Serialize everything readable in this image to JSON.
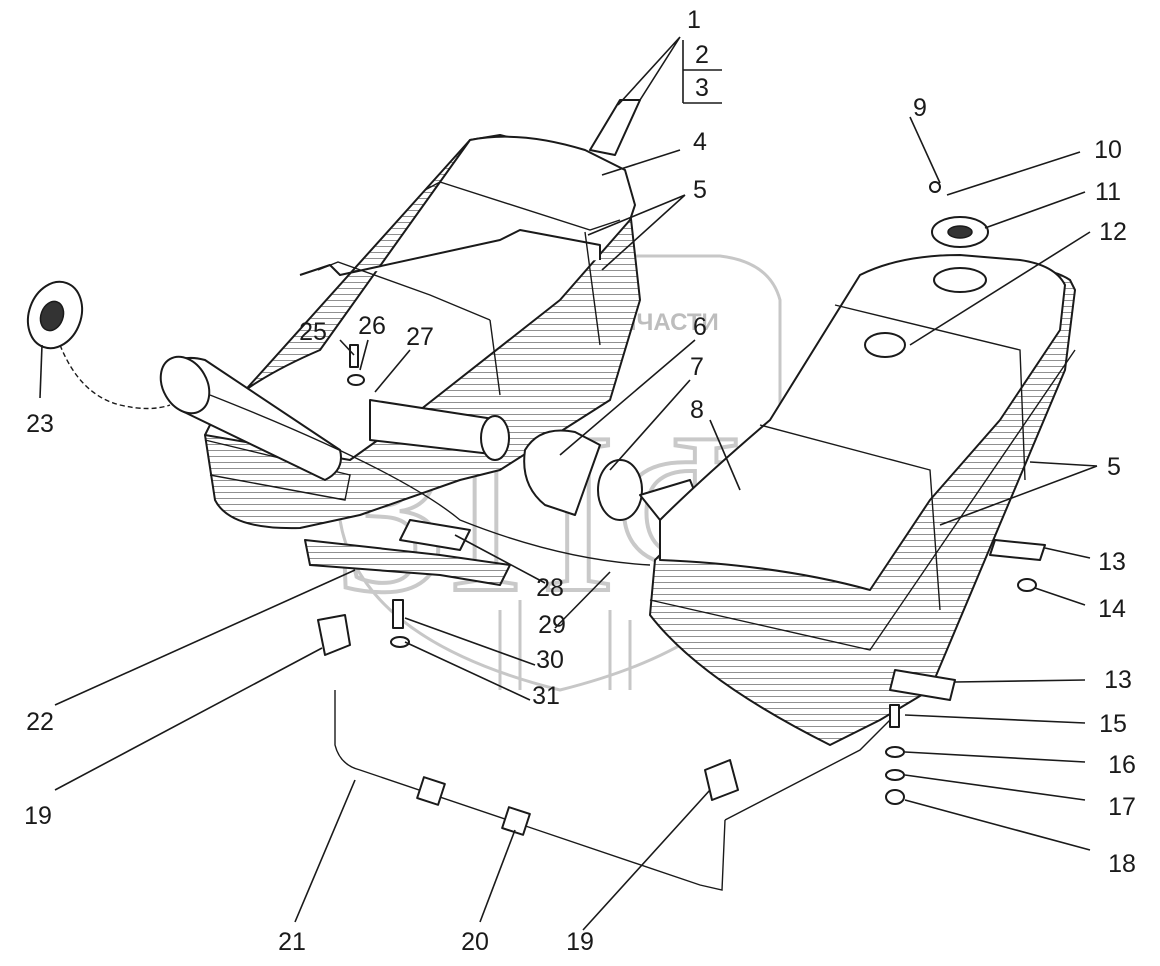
{
  "watermark": {
    "text": "ТЕХНИЧЕСКИЕ ЗАПЧАСТИ",
    "monogram": "ЗПФ"
  },
  "callouts": [
    {
      "id": "c1",
      "label": "1"
    },
    {
      "id": "c2",
      "label": "2"
    },
    {
      "id": "c3",
      "label": "3"
    },
    {
      "id": "c4",
      "label": "4"
    },
    {
      "id": "c5a",
      "label": "5"
    },
    {
      "id": "c6",
      "label": "6"
    },
    {
      "id": "c7",
      "label": "7"
    },
    {
      "id": "c8",
      "label": "8"
    },
    {
      "id": "c9",
      "label": "9"
    },
    {
      "id": "c10",
      "label": "10"
    },
    {
      "id": "c11",
      "label": "11"
    },
    {
      "id": "c12",
      "label": "12"
    },
    {
      "id": "c5b",
      "label": "5"
    },
    {
      "id": "c13a",
      "label": "13"
    },
    {
      "id": "c14",
      "label": "14"
    },
    {
      "id": "c13b",
      "label": "13"
    },
    {
      "id": "c15",
      "label": "15"
    },
    {
      "id": "c16",
      "label": "16"
    },
    {
      "id": "c17",
      "label": "17"
    },
    {
      "id": "c18",
      "label": "18"
    },
    {
      "id": "c19a",
      "label": "19"
    },
    {
      "id": "c19b",
      "label": "19"
    },
    {
      "id": "c20",
      "label": "20"
    },
    {
      "id": "c21",
      "label": "21"
    },
    {
      "id": "c22",
      "label": "22"
    },
    {
      "id": "c23",
      "label": "23"
    },
    {
      "id": "c25",
      "label": "25"
    },
    {
      "id": "c26",
      "label": "26"
    },
    {
      "id": "c27",
      "label": "27"
    },
    {
      "id": "c28",
      "label": "28"
    },
    {
      "id": "c29",
      "label": "29"
    },
    {
      "id": "c30",
      "label": "30"
    },
    {
      "id": "c31",
      "label": "31"
    }
  ]
}
